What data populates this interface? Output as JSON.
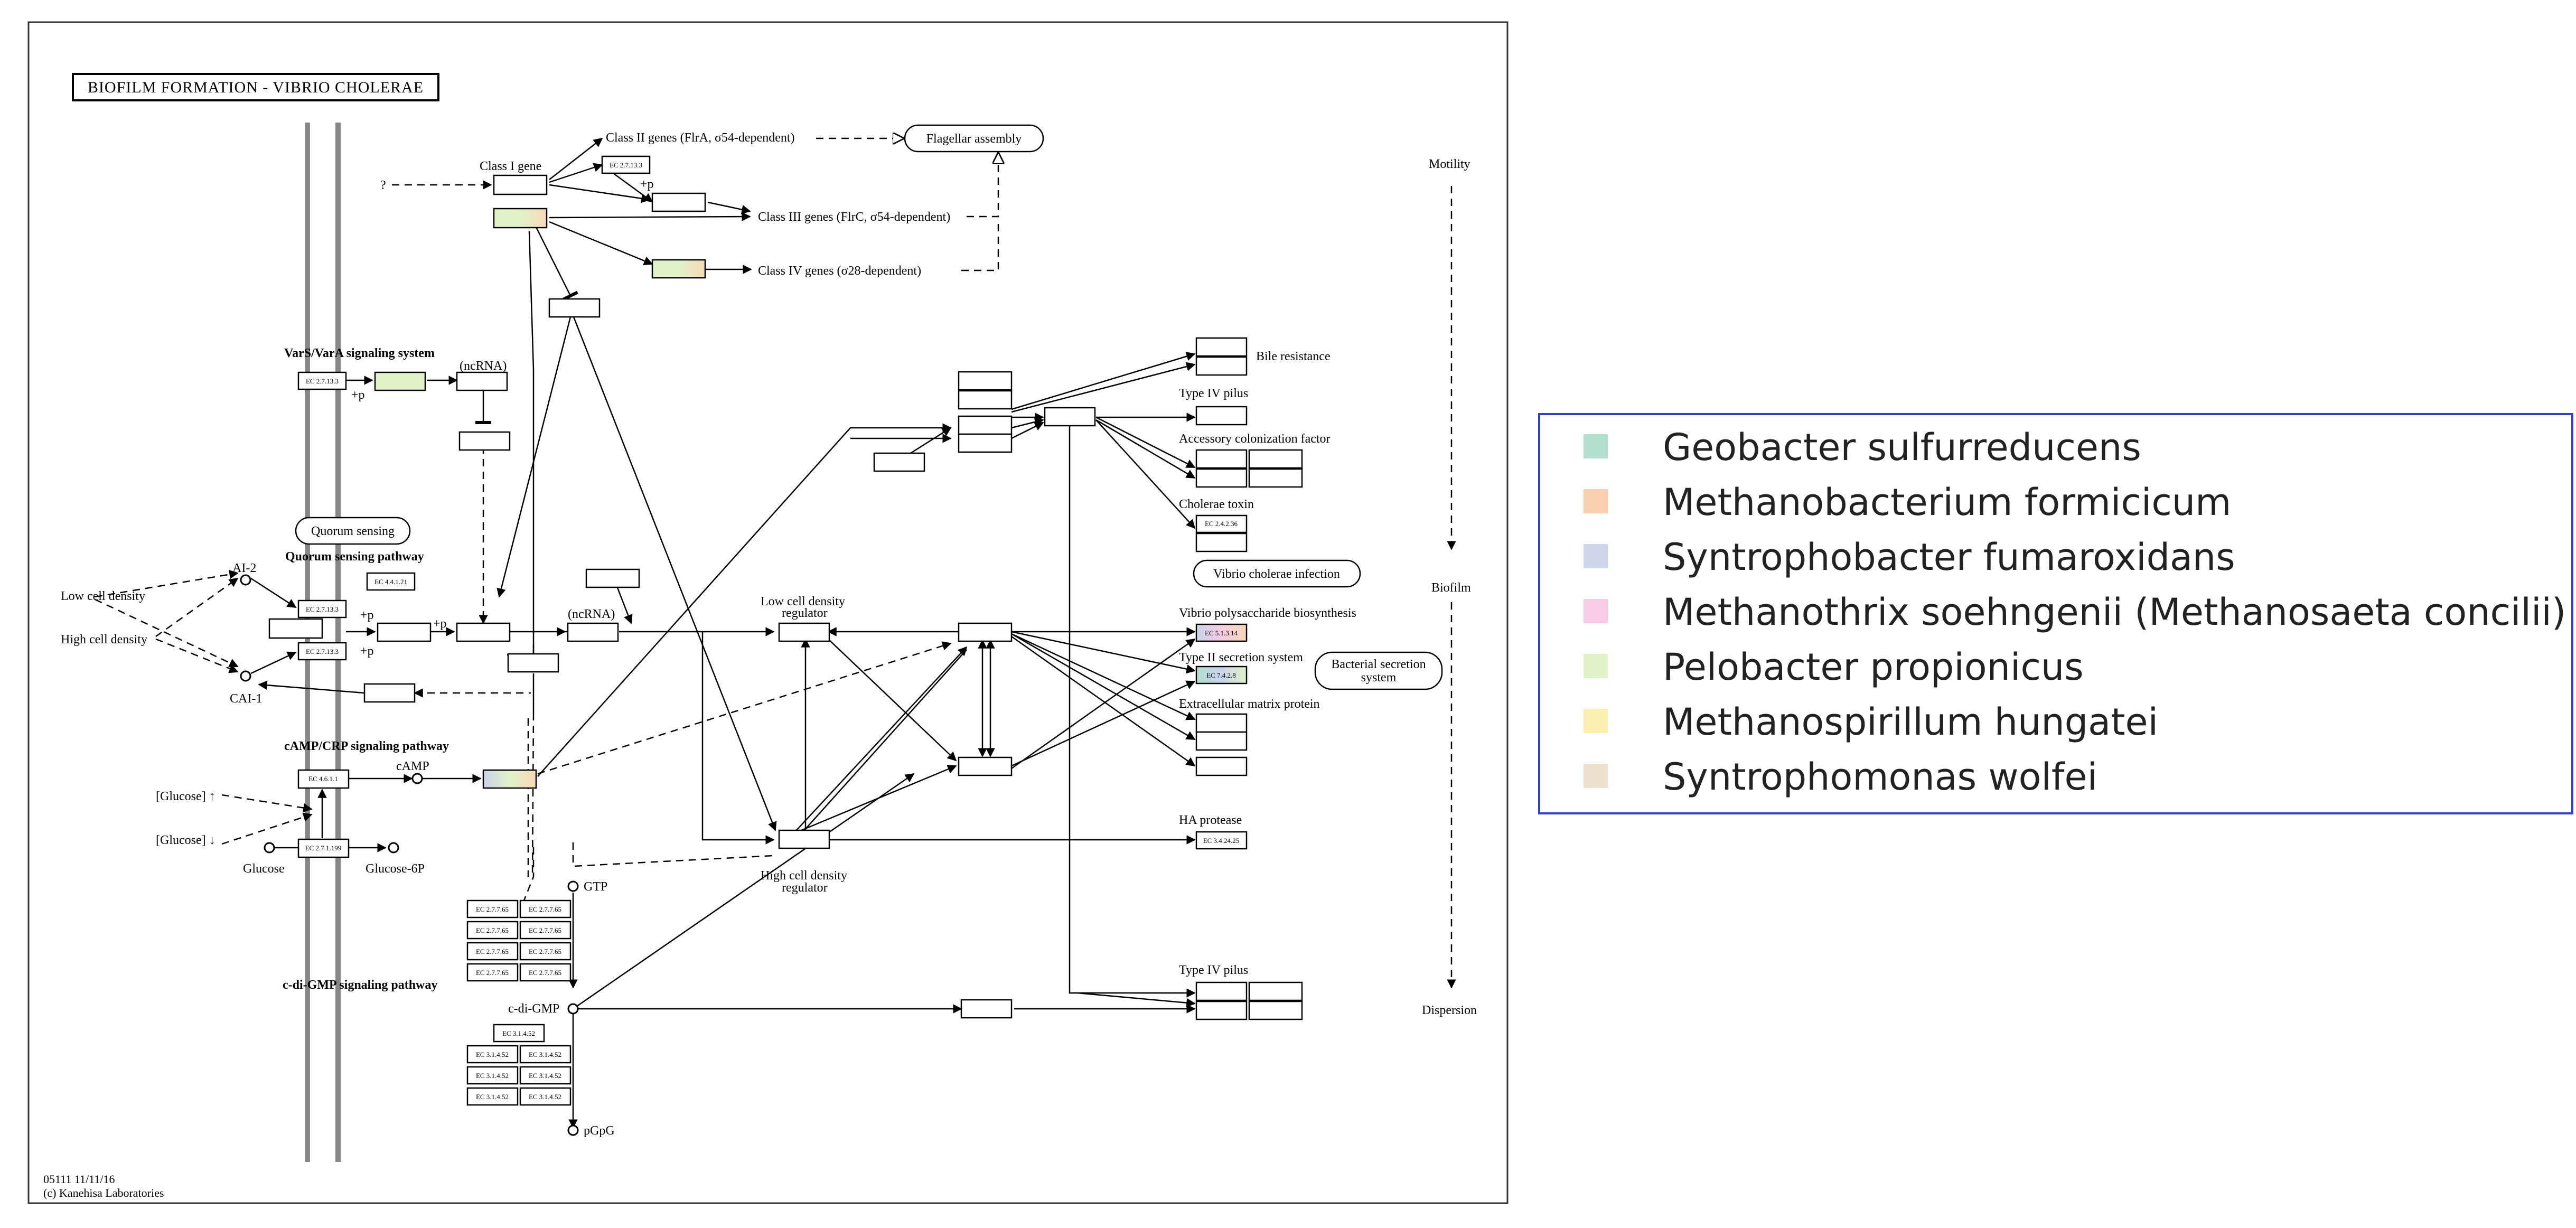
{
  "map": {
    "title": "BIOFILM FORMATION - VIBRIO CHOLERAE",
    "footer_id": "05111 11/11/16",
    "footer_credit": "(c) Kanehisa Laboratories",
    "section_labels": {
      "vars_vara": "VarS/VarA signaling system",
      "quorum_pathway": "Quorum sensing pathway",
      "camp_pathway": "cAMP/CRP signaling pathway",
      "cdigmp_pathway": "c-di-GMP signaling pathway"
    },
    "rounded_labels": {
      "quorum_sensing": "Quorum sensing",
      "flagellar_assembly": "Flagellar assembly",
      "cholerae_infection": "Vibrio cholerae infection",
      "bacterial_secretion_1": "Bacterial secretion",
      "bacterial_secretion_2": "system"
    },
    "text_labels": {
      "unknown": "?",
      "class_i": "Class I gene",
      "class_ii": "Class II genes (FlrA, σ54-dependent)",
      "class_iii": "Class III genes (FlrC, σ54-dependent)",
      "class_iv": "Class IV genes (σ28-dependent)",
      "ncrna1": "(ncRNA)",
      "ncrna2": "(ncRNA)",
      "low_cell_density": "Low cell density",
      "high_cell_density": "High cell density",
      "ai2": "AI-2",
      "cai1": "CAI-1",
      "glucose_up": "[Glucose] ↑",
      "glucose_down": "[Glucose] ↓",
      "glucose": "Glucose",
      "glucose6p": "Glucose-6P",
      "camp": "cAMP",
      "gtp": "GTP",
      "cdigmp": "c-di-GMP",
      "pgpg": "pGpG",
      "low_reg_1": "Low cell density",
      "low_reg_2": "regulator",
      "high_reg_1": "High cell density",
      "high_reg_2": "regulator",
      "bile": "Bile resistance",
      "type4_1": "Type IV pilus",
      "accessory": "Accessory colonization factor",
      "cholera_toxin": "Cholerae toxin",
      "vps": "Vibrio polysaccharide biosynthesis",
      "t2ss": "Type II secretion system",
      "ecm": "Extracellular matrix protein",
      "ha": "HA protease",
      "type4_2": "Type IV pilus",
      "motility": "Motility",
      "biofilm": "Biofilm",
      "dispersion": "Dispersion",
      "p1": "+p",
      "p2": "+p",
      "p3": "+p",
      "p4": "+p",
      "p5": "+p"
    },
    "ec_labels": {
      "ec_27133_a": "EC 2.7.13.3",
      "ec_27133_b": "EC 2.7.13.3",
      "ec_27133_c": "EC 2.7.13.3",
      "ec_27133_d": "EC 2.7.13.3",
      "ec_44121": "EC 4.4.1.21",
      "ec_4611": "EC 4.6.1.1",
      "ec_271199": "EC 2.7.1.199",
      "ec_24236": "EC 2.4.2.36",
      "ec_vps": "EC 5.1.3.14",
      "ec_t2ss": "EC 7.4.2.8",
      "ec_342424": "EC 3.4.24.25",
      "ec_27765": "EC 2.7.7.65",
      "ec_3152": "EC 3.1.4.52"
    },
    "colors": {
      "green": "#d6f0c0",
      "blue": "#c8d4ec",
      "peach": "#f7d9b7"
    }
  },
  "legend": {
    "items": [
      {
        "label": "Geobacter sulfurreducens",
        "color": "#b2dfcd"
      },
      {
        "label": "Methanobacterium formicicum",
        "color": "#f9cfb0"
      },
      {
        "label": "Syntrophobacter fumaroxidans",
        "color": "#cbd5eb"
      },
      {
        "label": "Methanothrix soehngenii (Methanosaeta concilii)",
        "color": "#f6cbe3"
      },
      {
        "label": "Pelobacter propionicus",
        "color": "#e0f2c8"
      },
      {
        "label": "Methanospirillum hungatei",
        "color": "#fdefb0"
      },
      {
        "label": "Syntrophomonas wolfei",
        "color": "#ecdfcd"
      }
    ]
  }
}
